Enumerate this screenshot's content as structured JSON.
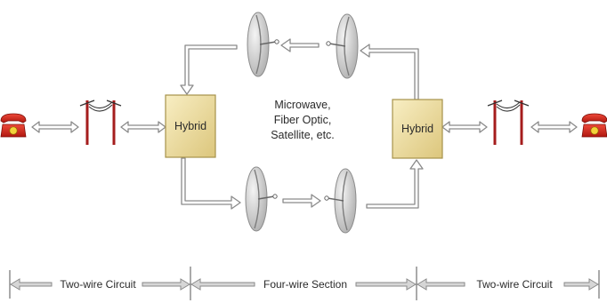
{
  "hybrid_left": {
    "label": "Hybrid"
  },
  "hybrid_right": {
    "label": "Hybrid"
  },
  "transmission_media": {
    "lines": [
      "Microwave,",
      "Fiber Optic,",
      "Satellite, etc."
    ]
  },
  "sections": [
    {
      "label": "Two-wire Circuit"
    },
    {
      "label": "Four-wire Section"
    },
    {
      "label": "Two-wire Circuit"
    }
  ],
  "colors": {
    "phone": "#d8241f",
    "hybrid_fill": "#f1e2a8",
    "pole": "#a51d1d",
    "arrow": "#9a9a9a",
    "dish": "#c9c9c9"
  },
  "icons": {
    "telephone": "telephone-icon",
    "utility_pole": "utility-pole-icon",
    "satellite_dish": "satellite-dish-icon"
  }
}
